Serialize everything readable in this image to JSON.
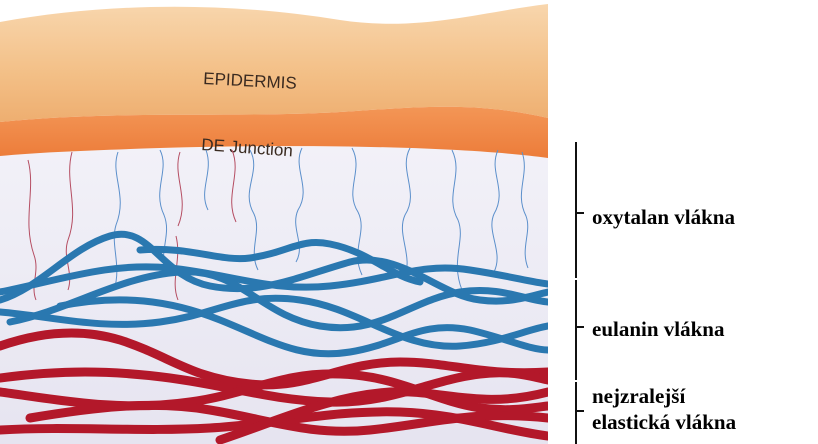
{
  "layers": {
    "epidermis": "EPIDERMIS",
    "junction": "DE Junction"
  },
  "fiber_labels": {
    "oxytalan": "oxytalan vlákna",
    "eulanin": "eulanin vlákna",
    "mature_line1": "nejzralejší",
    "mature_line2": "elastická vlákna"
  },
  "colors": {
    "epidermis": "#f4c38d",
    "junction": "#f08a45",
    "dermis": "#eceaf4",
    "oxytalan_fiber": "#4f87c4",
    "eulanin_fiber": "#2f7fb4",
    "elastic_fiber": "#b3182a"
  }
}
